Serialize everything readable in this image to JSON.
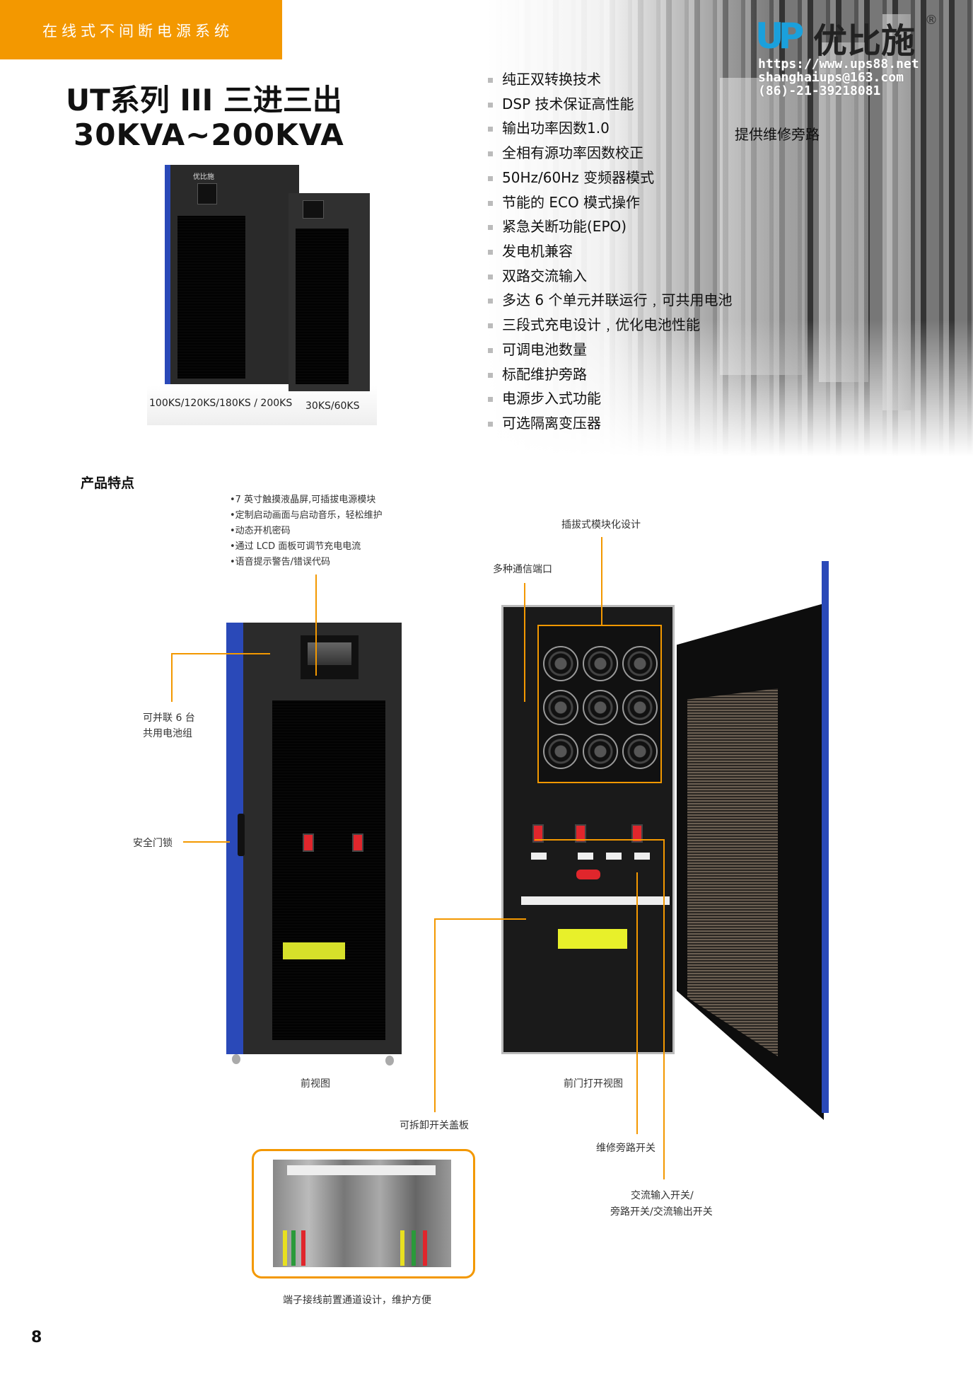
{
  "banner": {
    "text": "在线式不间断电源系统"
  },
  "title": {
    "line1": "UT系列 III 三进三出",
    "line2": "30KVA~200KVA"
  },
  "product_image": {
    "model_large": "100KS/120KS/180KS / 200KS",
    "model_small": "30KS/60KS",
    "cabinet_brand": "优比施"
  },
  "logo": {
    "brand": "优比施",
    "mark": "UP",
    "registered": "®",
    "url": "https://www.ups88.net",
    "email": "shanghaiups@163.com",
    "phone": "(86)-21-39218081"
  },
  "bypass_note": "提供维修旁路",
  "features": [
    "纯正双转换技术",
    "DSP 技术保证高性能",
    "输出功率因数1.0",
    "全相有源功率因数校正",
    "50Hz/60Hz  变频器模式",
    "节能的 ECO 模式操作",
    "紧急关断功能(EPO)",
    "发电机兼容",
    "双路交流输入",
    "多达 6 个单元并联运行﹐可共用电池",
    "三段式充电设计﹐优化电池性能",
    "可调电池数量",
    "标配维护旁路",
    "电源步入式功能",
    "可选隔离变压器"
  ],
  "section_title": "产品特点",
  "lcd_notes": [
    "•7 英寸触摸液晶屏,可插拔电源模块",
    "•定制启动画面与启动音乐，轻松维护",
    "•动态开机密码",
    "•通过 LCD 面板可调节充电电流",
    "•语音提示警告/错误代码"
  ],
  "callouts": {
    "modules": "插拔式模块化设计",
    "comm_ports": "多种通信端口",
    "parallel_1": "可并联 6 台",
    "parallel_2": "共用电池组",
    "door_lock": "安全门锁",
    "front_view": "前视图",
    "open_view": "前门打开视图",
    "switch_cover": "可拆卸开关盖板",
    "maint_bypass": "维修旁路开关",
    "ac_switch_1": "交流输入开关/",
    "ac_switch_2": "旁路开关/交流输出开关",
    "terminal": "端子接线前置通道设计，维护方便"
  },
  "page_number": "8",
  "colors": {
    "accent": "#f39800",
    "cabinet_blue": "#2a49b8",
    "logo_blue": "#1aa0dc"
  }
}
